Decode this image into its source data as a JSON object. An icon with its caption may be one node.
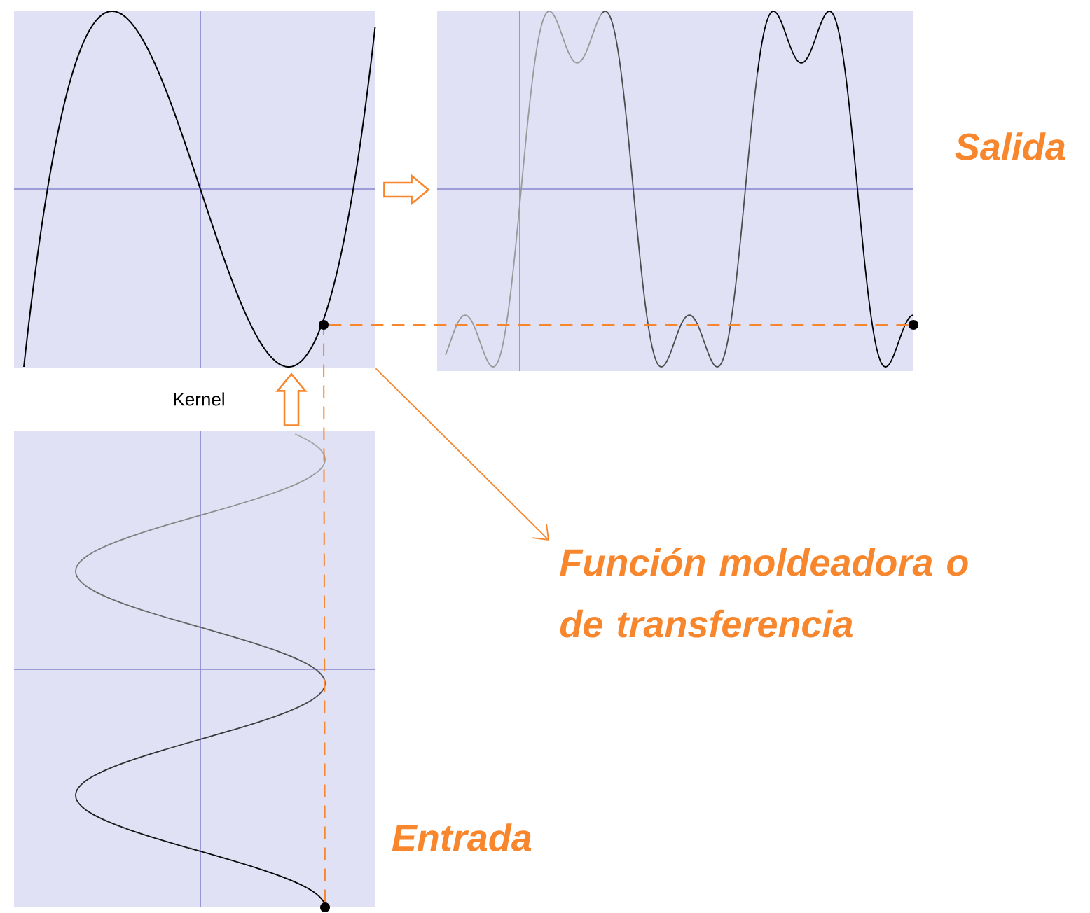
{
  "diagram": {
    "nodes": [
      {
        "text": [],
        "shape": "picture"
      },
      {
        "text": [],
        "shape": "picture",
        "beside": [
          "Salida"
        ]
      },
      {
        "text": [],
        "shape": "picture",
        "beside": [
          "Entrada"
        ]
      },
      {
        "text": [
          "Función moldeadora o de transferencia"
        ]
      },
      {
        "text": [],
        "shape": "circle",
        "in": 0
      },
      {
        "text": [],
        "shape": "circle",
        "in": 1
      },
      {
        "text": [],
        "shape": "circle",
        "in": 2
      }
    ],
    "edges": [
      {
        "from": 0,
        "to": 1,
        "arrow": "to"
      },
      {
        "from": 2,
        "to": 0,
        "arrow": "to"
      },
      {
        "from": 0,
        "to": 3,
        "arrow": "to"
      },
      {
        "from": 6,
        "to": 4,
        "arrow": "none",
        "style": "dashed"
      },
      {
        "from": 4,
        "to": 5,
        "arrow": "none",
        "style": "dashed"
      }
    ],
    "labels": [
      "Kernel"
    ]
  }
}
